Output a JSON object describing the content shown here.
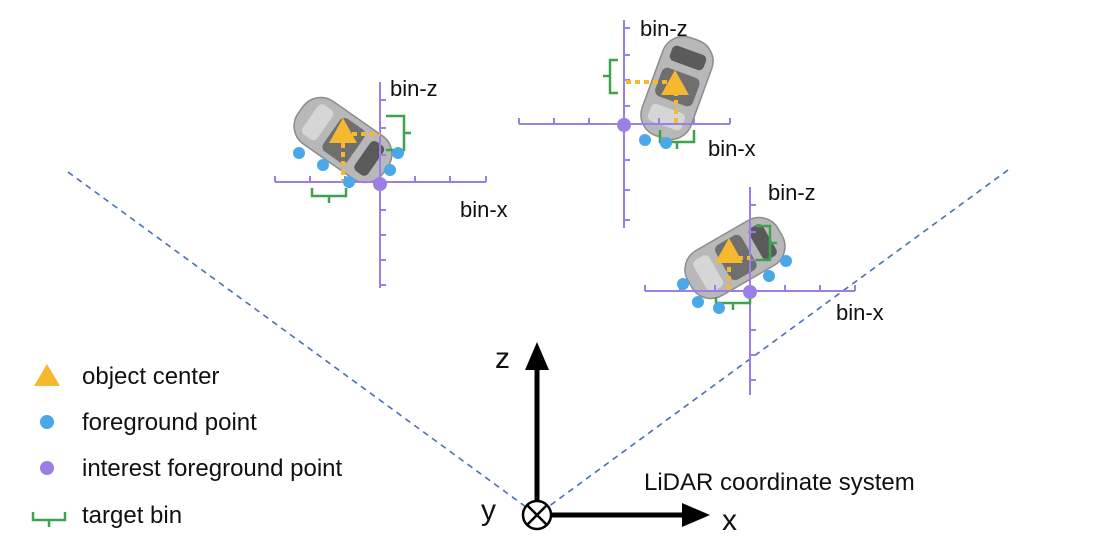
{
  "colors": {
    "grid_axis": "#9b7fe6",
    "interest_point": "#9b7fe6",
    "foreground_point": "#4aa8e8",
    "object_center": "#f5b82e",
    "target_bin": "#3fa34d",
    "fov_line": "#4a6fb5",
    "world_axis": "#000000",
    "car_body": "#b8b8b8"
  },
  "objects": [
    {
      "bin_z_label": "bin-z",
      "bin_x_label": "bin-x"
    },
    {
      "bin_z_label": "bin-z",
      "bin_x_label": "bin-x"
    },
    {
      "bin_z_label": "bin-z",
      "bin_x_label": "bin-x"
    }
  ],
  "world_axes": {
    "z_label": "z",
    "x_label": "x",
    "y_label": "y",
    "caption": "LiDAR coordinate system"
  },
  "legend": {
    "object_center": "object center",
    "foreground_point": "foreground point",
    "interest_point": "interest foreground point",
    "target_bin": "target bin"
  }
}
